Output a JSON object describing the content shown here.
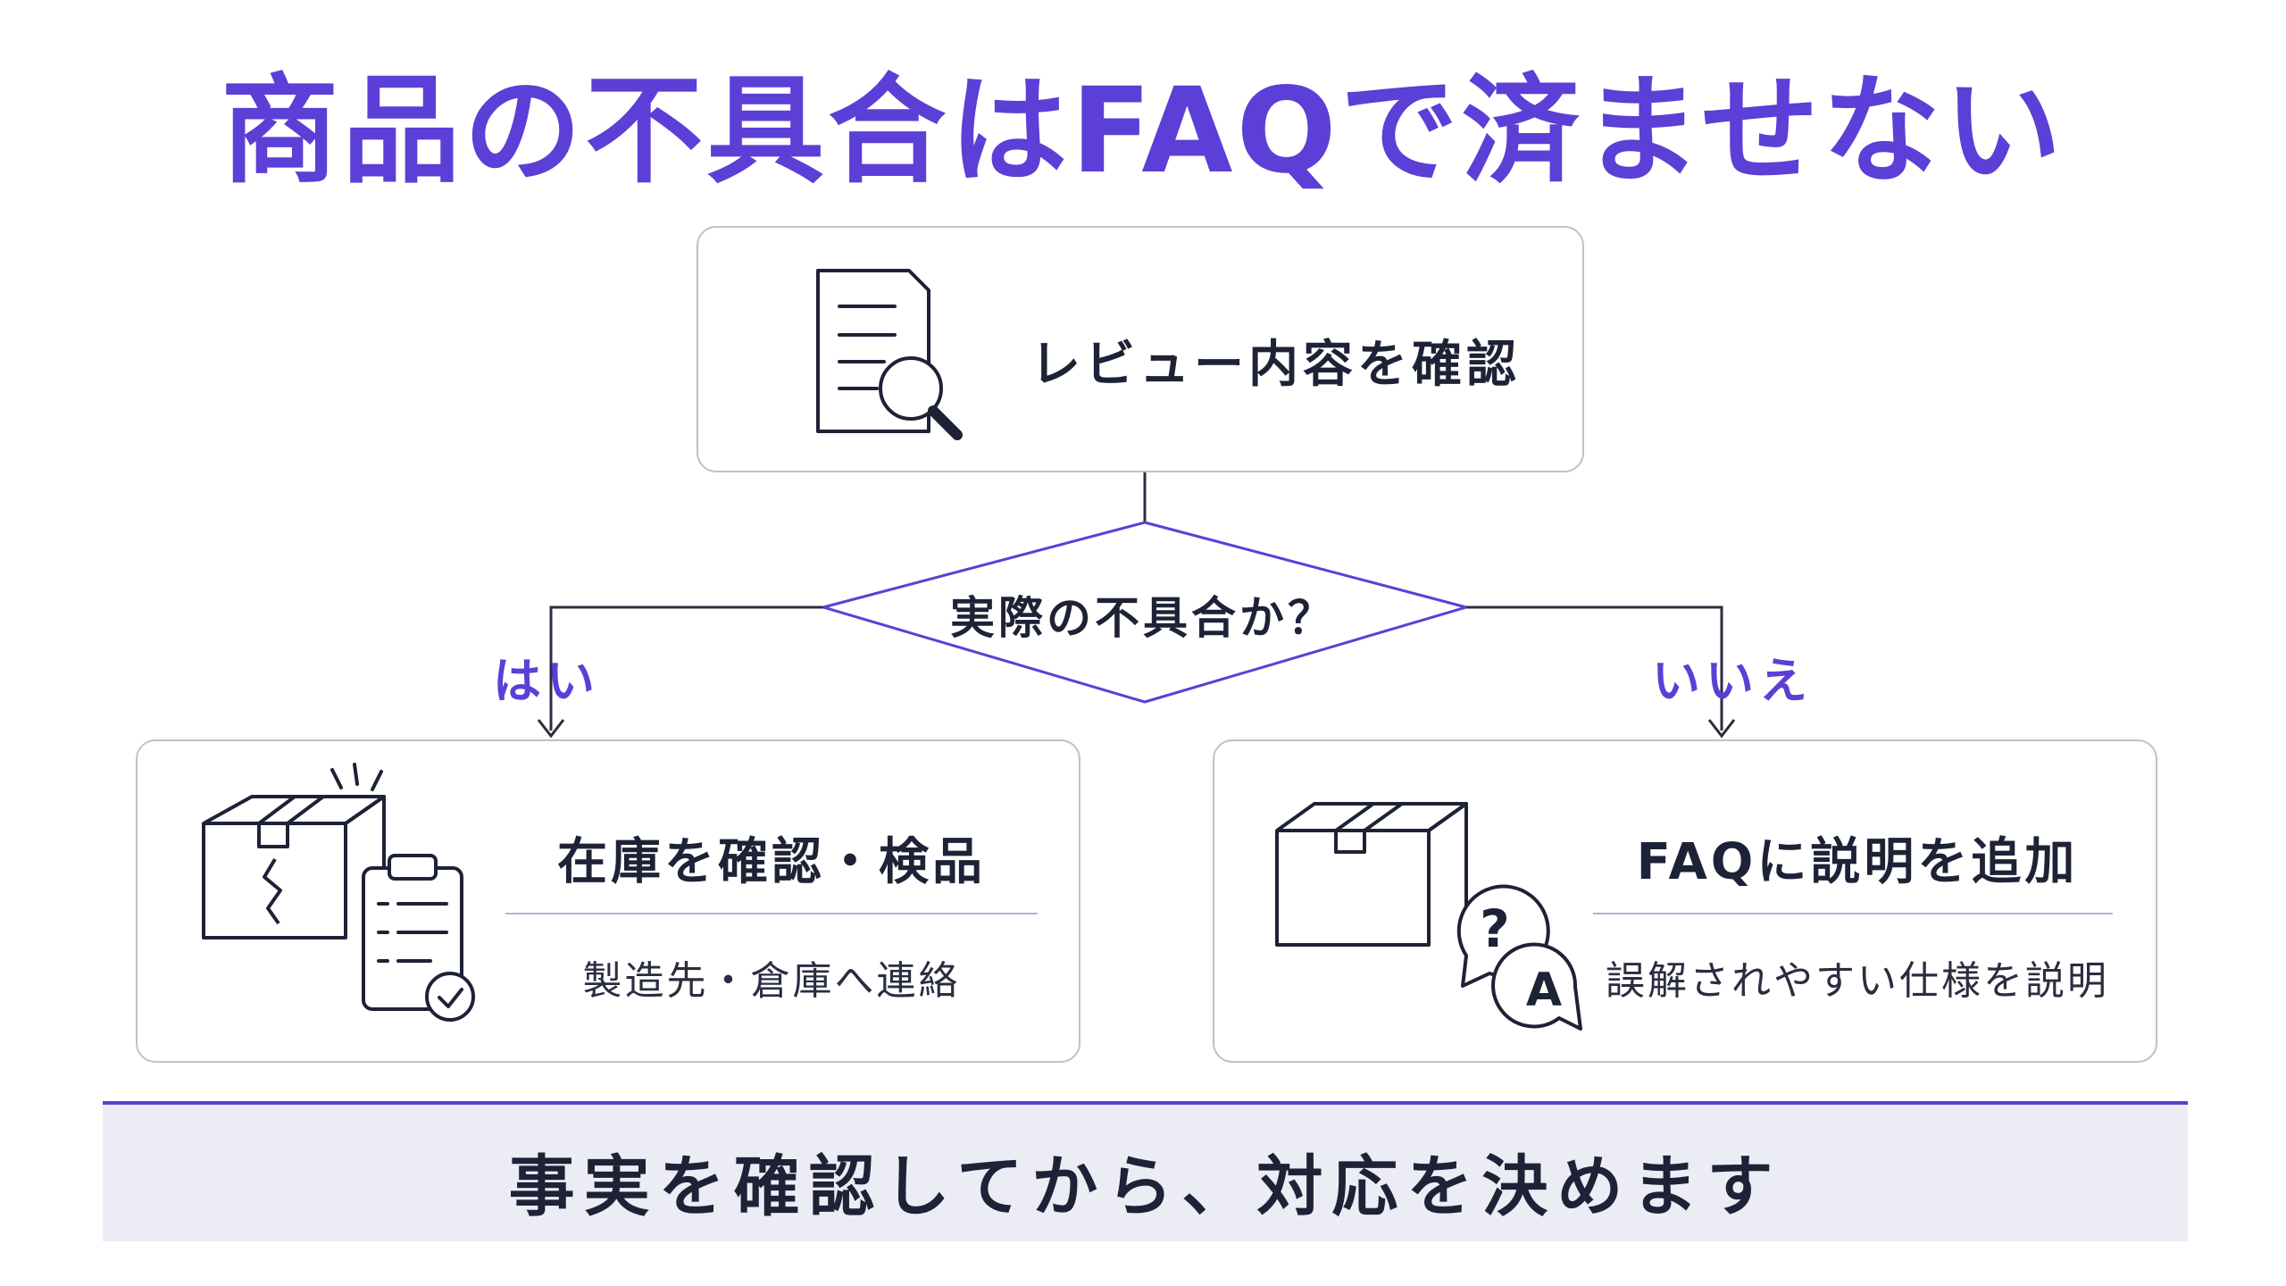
{
  "colors": {
    "accent": "#5b3fd6",
    "text": "#1e2236",
    "box_border": "#bfc0cc",
    "divider": "#b3b0dc",
    "band_bg": "#ececf5"
  },
  "title": "商品の不具合はFAQで済ませない",
  "top_box": {
    "icon": "document-search-icon",
    "label": "レビュー内容を確認"
  },
  "decision": {
    "question": "実際の不具合か？",
    "yes_label": "はい",
    "no_label": "いいえ"
  },
  "left_box": {
    "icon": "damaged-box-clipboard-icon",
    "title": "在庫を確認・検品",
    "subtitle": "製造先・倉庫へ連絡"
  },
  "right_box": {
    "icon": "box-question-answer-icon",
    "title": "FAQに説明を追加",
    "subtitle": "誤解されやすい仕様を説明"
  },
  "footer": {
    "message": "事実を確認してから、対応を決めます"
  }
}
